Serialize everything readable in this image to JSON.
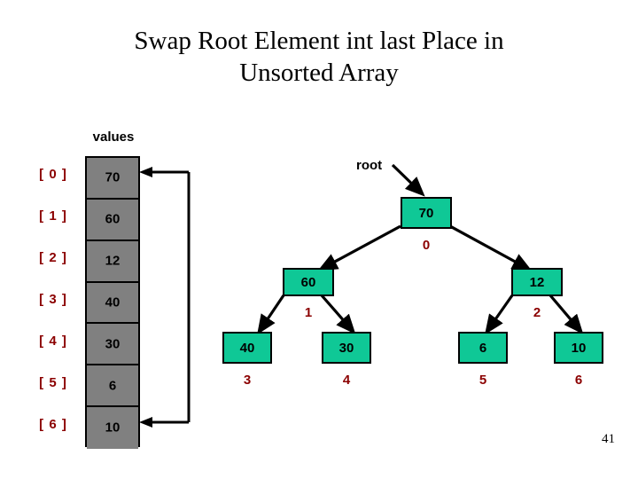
{
  "slide": {
    "title": "Swap Root Element int last Place in\nUnsorted Array",
    "page_number": "41",
    "colors": {
      "node_fill": "#0FC896",
      "array_fill": "#808080",
      "index_text": "#8B0000",
      "outline": "#000000",
      "background": "#ffffff"
    }
  },
  "array": {
    "caption": "values",
    "rows": [
      {
        "index": "[ 0 ]",
        "value": "70"
      },
      {
        "index": "[ 1 ]",
        "value": "60"
      },
      {
        "index": "[ 2 ]",
        "value": "12"
      },
      {
        "index": "[ 3 ]",
        "value": "40"
      },
      {
        "index": "[ 4 ]",
        "value": "30"
      },
      {
        "index": "[ 5 ]",
        "value": "6"
      },
      {
        "index": "[ 6 ]",
        "value": "10"
      }
    ],
    "swap_arrow": {
      "from_index": "[ 0 ]",
      "to_index": "[ 6 ]",
      "description": "double-headed bracket linking row 0 and row 6"
    }
  },
  "tree": {
    "root_label": "root",
    "nodes": [
      {
        "id": "n0",
        "value": "70",
        "index": "0",
        "level": 0
      },
      {
        "id": "n1",
        "value": "60",
        "index": "1",
        "level": 1
      },
      {
        "id": "n2",
        "value": "12",
        "index": "2",
        "level": 1
      },
      {
        "id": "n3",
        "value": "40",
        "index": "3",
        "level": 2
      },
      {
        "id": "n4",
        "value": "30",
        "index": "4",
        "level": 2
      },
      {
        "id": "n5",
        "value": "6",
        "index": "5",
        "level": 2
      },
      {
        "id": "n6",
        "value": "10",
        "index": "6",
        "level": 2
      }
    ],
    "edges": [
      {
        "from": "n0",
        "to": "n1"
      },
      {
        "from": "n0",
        "to": "n2"
      },
      {
        "from": "n1",
        "to": "n3"
      },
      {
        "from": "n1",
        "to": "n4"
      },
      {
        "from": "n2",
        "to": "n5"
      },
      {
        "from": "n2",
        "to": "n6"
      }
    ]
  }
}
